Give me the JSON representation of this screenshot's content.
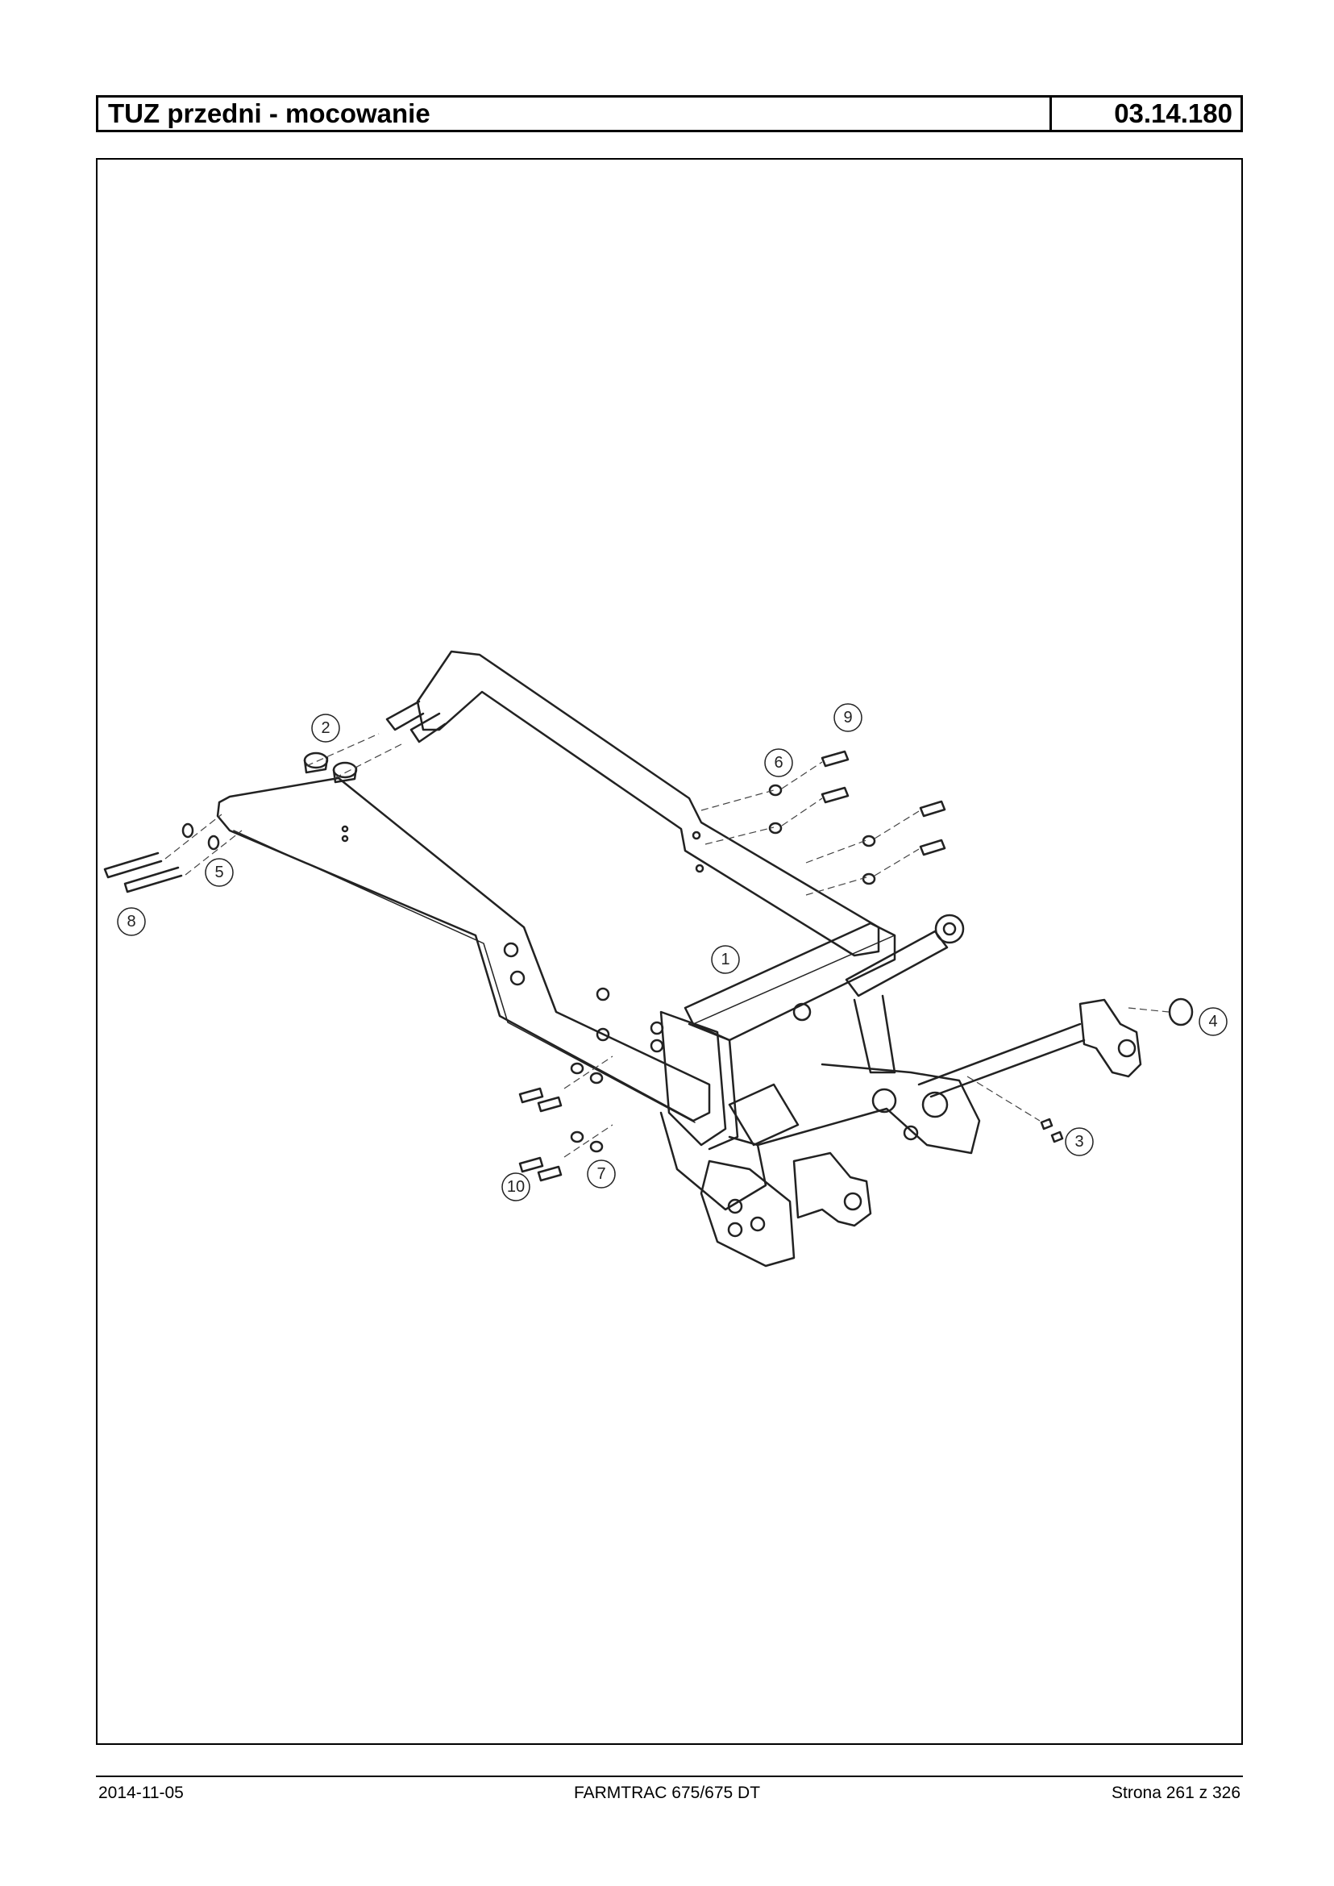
{
  "header": {
    "title": "TUZ przedni - mocowanie",
    "code": "03.14.180"
  },
  "callouts": [
    "1",
    "2",
    "3",
    "4",
    "5",
    "6",
    "7",
    "8",
    "9",
    "10"
  ],
  "footer": {
    "date": "2014-11-05",
    "model": "FARMTRAC 675/675 DT",
    "page": "Strona 261 z 326"
  }
}
